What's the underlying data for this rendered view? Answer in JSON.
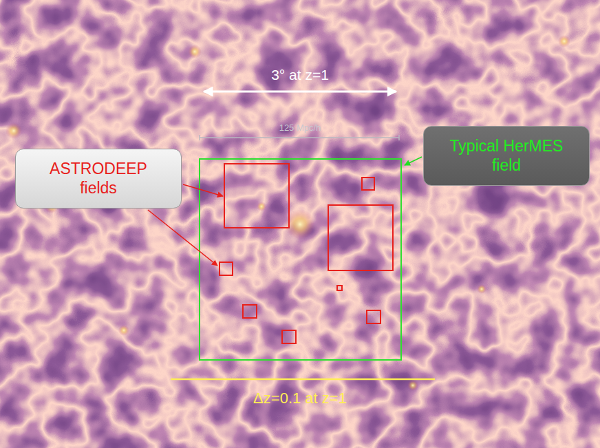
{
  "diagram": {
    "nodes": [
      {
        "text": [
          "ASTRODEEP fields"
        ]
      },
      {
        "text": [
          "Typical HerMES field"
        ]
      }
    ],
    "labels": [
      "3° at z=1",
      "125 Mpc/h",
      "Δz=0.1 at z=1"
    ]
  }
}
